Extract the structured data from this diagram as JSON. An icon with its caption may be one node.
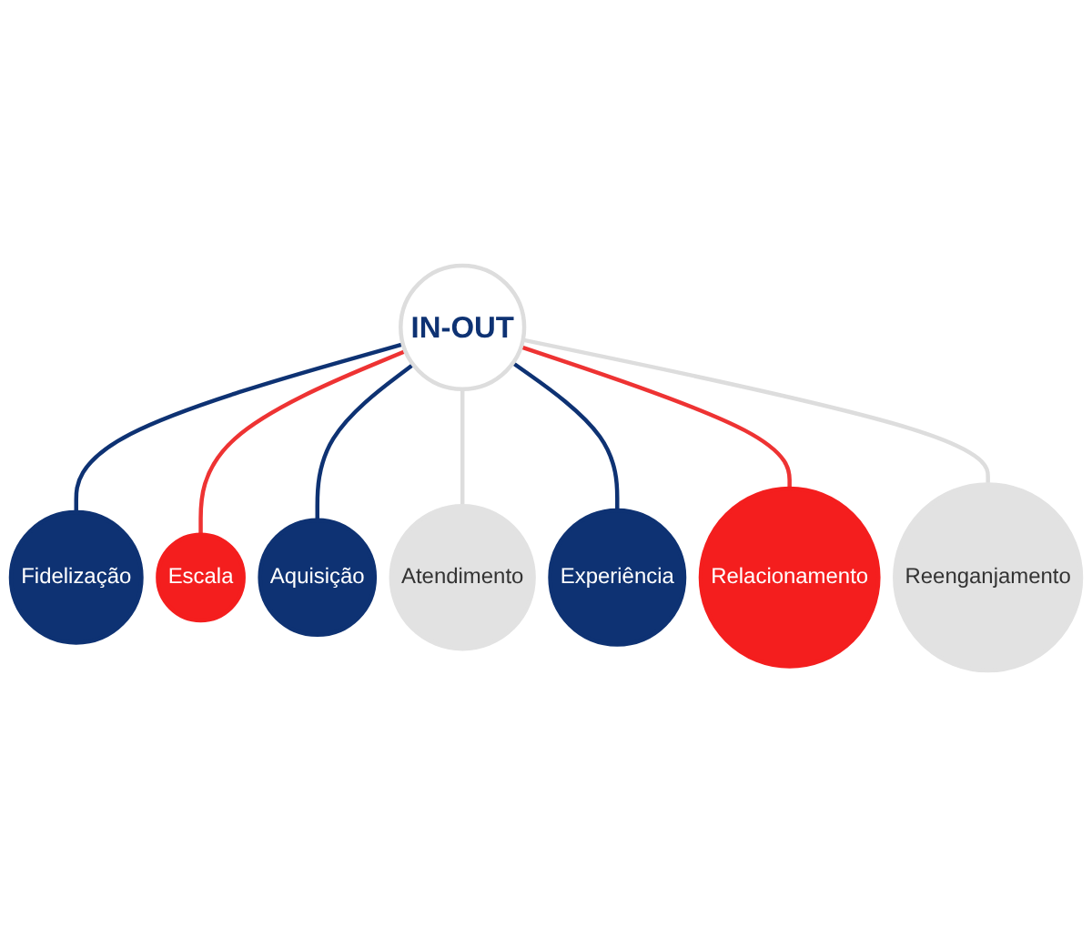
{
  "diagram": {
    "nodes": [
      {
        "text": [
          "IN-OUT"
        ]
      },
      {
        "text": [
          "Fidelização"
        ]
      },
      {
        "text": [
          "Escala"
        ]
      },
      {
        "text": [
          "Aquisição"
        ]
      },
      {
        "text": [
          "Atendimento"
        ]
      },
      {
        "text": [
          "Experiência"
        ]
      },
      {
        "text": [
          "Relacionamento"
        ]
      },
      {
        "text": [
          "Reenganjamento"
        ]
      }
    ],
    "edges": [
      {
        "from": 0,
        "to": 1,
        "arrow": "none"
      },
      {
        "from": 0,
        "to": 2,
        "arrow": "none",
        "color": "#ee3333"
      },
      {
        "from": 0,
        "to": 3,
        "arrow": "none"
      },
      {
        "from": 0,
        "to": 4,
        "arrow": "none",
        "color": "#dddddd"
      },
      {
        "from": 0,
        "to": 5,
        "arrow": "none"
      },
      {
        "from": 0,
        "to": 6,
        "arrow": "none",
        "color": "#ee3333"
      },
      {
        "from": 0,
        "to": 7,
        "arrow": "none",
        "color": "#dddddd"
      }
    ]
  }
}
